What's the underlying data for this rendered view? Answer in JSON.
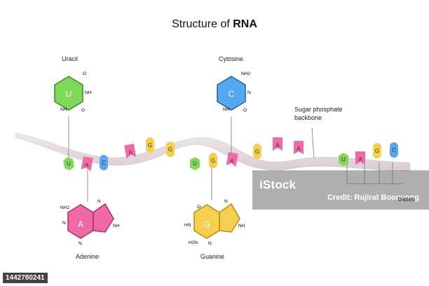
{
  "title": {
    "prefix": "Structure of ",
    "emph": "RNA"
  },
  "labels": {
    "uracil": "Uracil",
    "cytosine": "Cytosine",
    "adenine": "Adenine",
    "guanine": "Guanine",
    "backbone_line1": "Sugar phosphate",
    "backbone_line2": "backbone",
    "bases": "bases"
  },
  "molecules": {
    "uracil": {
      "letter": "U",
      "atoms": [
        "O",
        "NH",
        "NH",
        "O"
      ]
    },
    "cytosine": {
      "letter": "C",
      "atoms": [
        "NH2",
        "N",
        "NH",
        "O"
      ]
    },
    "adenine": {
      "letter": "A",
      "atoms": [
        "NH2",
        "N",
        "N",
        "N",
        "NH"
      ]
    },
    "guanine": {
      "letter": "G",
      "atoms": [
        "O",
        "HN",
        "N",
        "H2N",
        "N",
        "NH"
      ]
    }
  },
  "strand": [
    "U",
    "A",
    "C",
    "A",
    "G",
    "G",
    "U",
    "G",
    "A",
    "G",
    "A",
    "A"
  ],
  "legend_bases": [
    "U",
    "A",
    "G",
    "C"
  ],
  "colors": {
    "U": "#7dd957",
    "A": "#f06aa8",
    "C": "#55a8f0",
    "G": "#f5cf4e"
  },
  "watermark": {
    "brand": "iStock",
    "credit": "Credit: Rujirat Boonyong"
  },
  "stock_id": "1442780241"
}
